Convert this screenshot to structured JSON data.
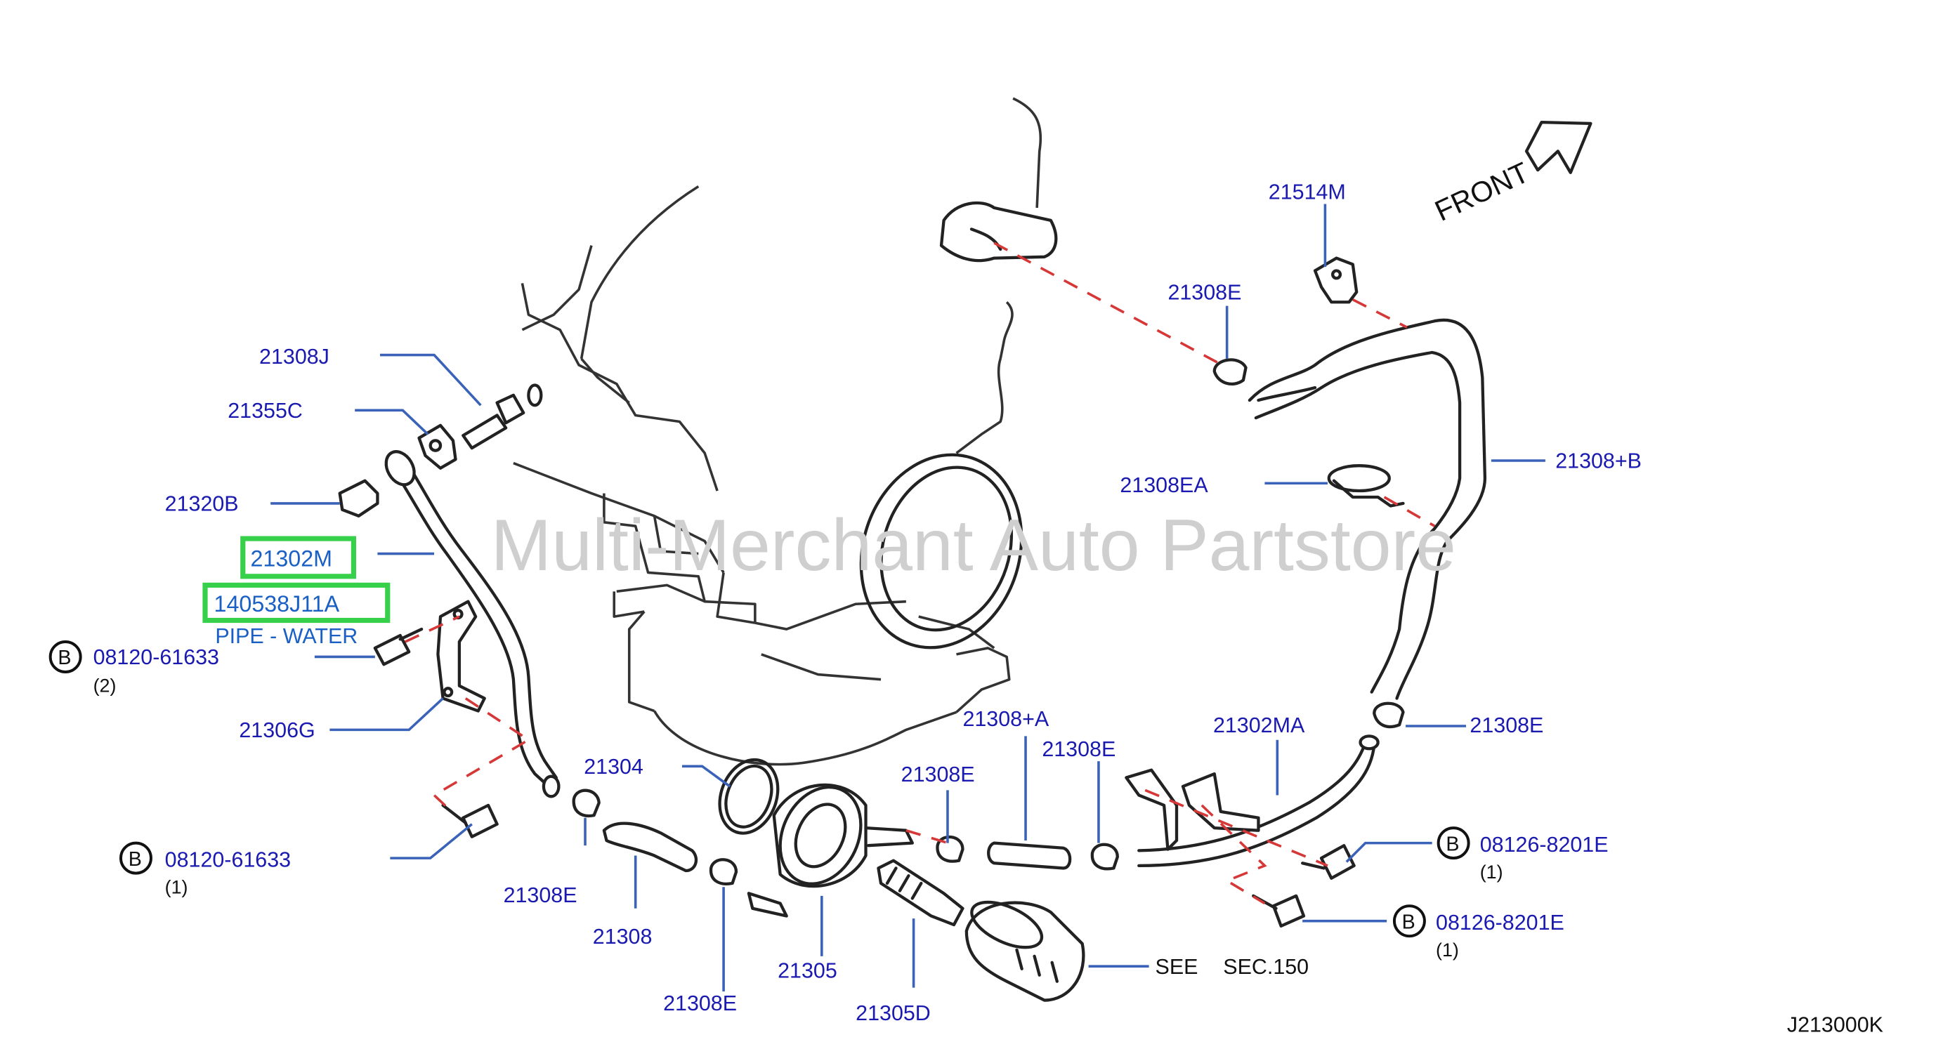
{
  "watermark": "Multi-Merchant Auto Partstore",
  "orientation": "FRONT",
  "diagram_code": "J213000K",
  "bolt_marker": "B",
  "callouts": {
    "p21308J": "21308J",
    "p21355C": "21355C",
    "p21320B": "21320B",
    "p21302M": "21302M",
    "p140538J11A": "140538J11A",
    "pipe_water": "PIPE - WATER",
    "b1_code": "08120-61633",
    "b1_qty": "(2)",
    "p21306G": "21306G",
    "b2_code": "08120-61633",
    "b2_qty": "(1)",
    "p21304": "21304",
    "p21308E_a": "21308E",
    "p21308": "21308",
    "p21308E_b": "21308E",
    "p21305": "21305",
    "p21305D": "21305D",
    "p21308E_c": "21308E",
    "p21308A": "21308+A",
    "p21308E_d": "21308E",
    "p21302MA": "21302MA",
    "p21308E_e": "21308E",
    "b3_code": "08126-8201E",
    "b3_qty": "(1)",
    "b4_code": "08126-8201E",
    "b4_qty": "(1)",
    "see": "SEE",
    "sec": "SEC.150",
    "p21308B": "21308+B",
    "p21308EA": "21308EA",
    "p21308E_f": "21308E",
    "p21514M": "21514M"
  },
  "colors": {
    "label": "#1a1ab0",
    "highlight_border": "#36d04a",
    "highlight_text": "#1a5fc4",
    "leader": "#3a62b8",
    "dashed_line": "#d63838",
    "watermark": "#cfcfcf"
  }
}
